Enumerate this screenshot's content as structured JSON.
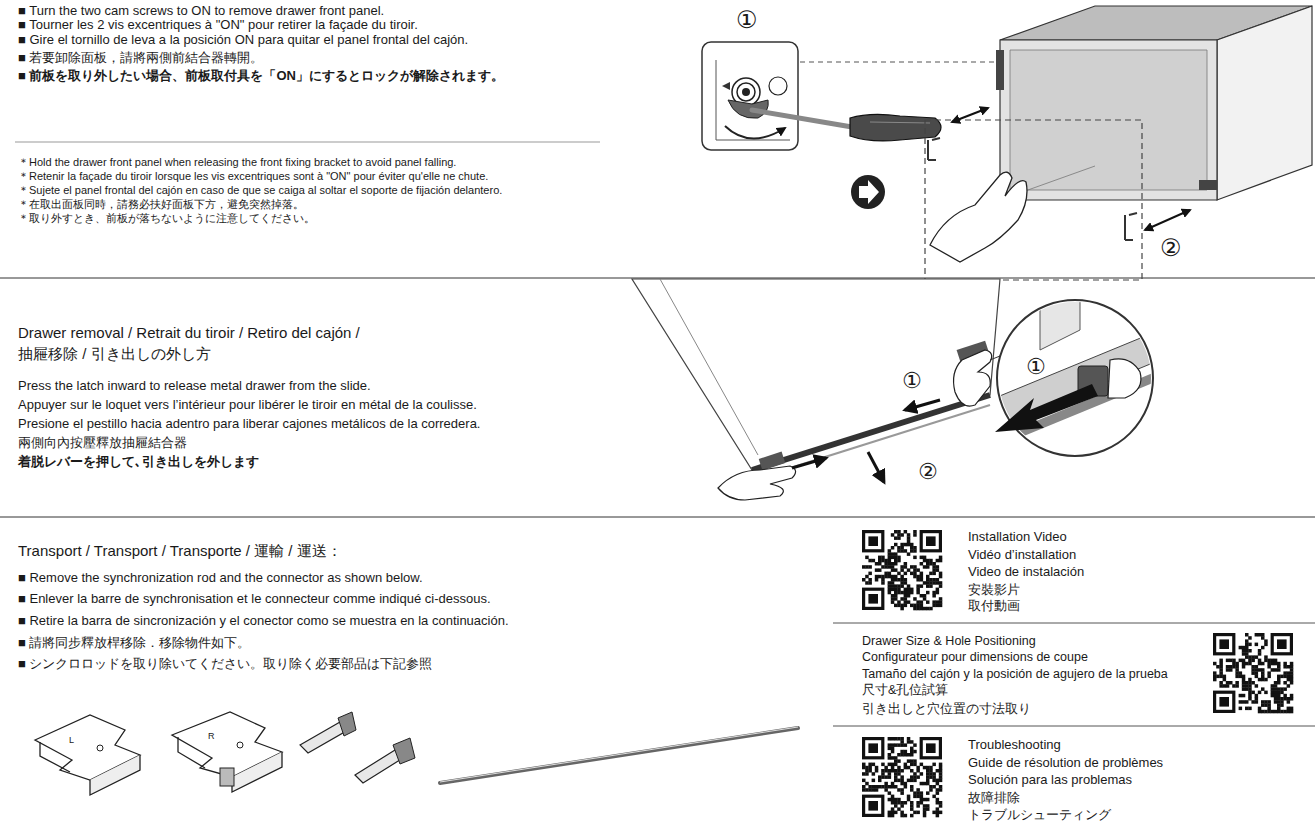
{
  "diagram": {
    "labels": [
      "■ Turn the two cam screws to ON to remove drawer front panel.",
      "■ Tourner les 2 vis excentriques à \"ON\" pour retirer la façade du tiroir.",
      "■ Gire el tornillo de leva a la posición ON para quitar el panel frontal del cajón.",
      "■ 若要卸除面板，請將兩側前結合器轉開。",
      "■ 前板を取り外したい場合、前板取付具を「ON」にするとロックが解除されます。",
      "＊Hold the drawer front panel when releasing the front fixing bracket to avoid panel falling.",
      "＊Retenir la façade du tiroir lorsque les vis excentriques sont à \"ON\" pour éviter qu'elle ne chute.",
      "＊Sujete el panel frontal del cajón en caso de que se caiga al soltar el soporte de fijación delantero.",
      "＊在取出面板同時，請務必扶好面板下方，避免突然掉落。",
      "＊取り外すとき、前板が落ちないように注意してください。",
      "①",
      "②",
      "Drawer removal / Retrait du tiroir / Retiro del cajón /",
      "抽屜移除 / 引き出しの外し方",
      "Press the latch inward to release metal drawer from the slide.",
      "Appuyer sur le loquet vers l’intérieur pour libérer le tiroir en métal de la coulisse.",
      "Presione el pestillo hacia adentro para liberar cajones metálicos de la corredera.",
      "兩側向內按壓釋放抽屜結合器",
      "着脱レバーを押して､引き出しを外します",
      "①",
      "①",
      "②",
      "Transport / Transport / Transporte / 運輸 / 運送：",
      "■ Remove the synchronization rod and the connector as shown below.",
      "■ Enlever la barre de synchronisation et le connecteur comme indiqué ci-dessous.",
      "■ Retire la barra de sincronización y el conector como se muestra en la continuación.",
      "■ 請將同步釋放桿移除．移除物件如下。",
      "■ シンクロロッドを取り除いてください。取り除く必要部品は下記参照",
      "L",
      "R",
      "Installation Video",
      "Vidéo d’installation",
      "Video de instalación",
      "安裝影片",
      "取付動画",
      "Drawer Size & Hole Positioning",
      "Configurateur pour dimensions de coupe",
      "Tamaño del cajón y la posición de agujero de la prueba",
      "尺寸&孔位試算",
      "引き出しと穴位置の寸法取り",
      "Troubleshooting",
      "Guide de résolution de problèmes",
      "Solución para las problemas",
      "故障排除",
      "トラブルシューティング"
    ]
  }
}
